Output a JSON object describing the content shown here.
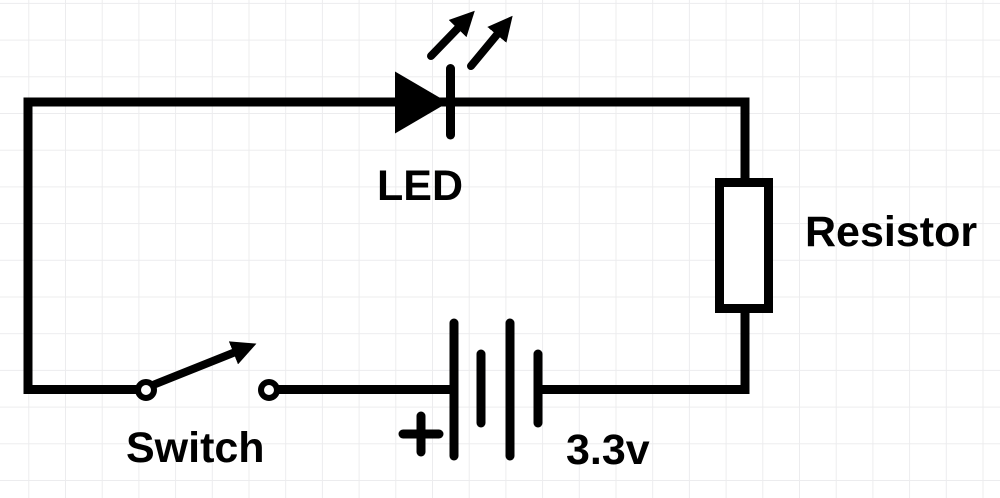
{
  "diagram": {
    "type": "circuit-schematic",
    "colors": {
      "background": "#ffffff",
      "grid_line": "#ececee",
      "ink": "#000000"
    },
    "labels": {
      "led": "LED",
      "resistor": "Resistor",
      "switch": "Switch",
      "battery_voltage": "3.3v",
      "battery_polarity": "+"
    },
    "components": [
      {
        "type": "led",
        "label": "LED",
        "symbol": "diode with two light-emission arrows"
      },
      {
        "type": "resistor",
        "label": "Resistor",
        "symbol": "rectangular box"
      },
      {
        "type": "switch",
        "label": "Switch",
        "state": "open",
        "symbol": "two open terminals with lever arrow"
      },
      {
        "type": "battery",
        "label": "3.3v",
        "polarity_marked": "+",
        "symbol": "four plates: long-short-long-short"
      }
    ]
  }
}
